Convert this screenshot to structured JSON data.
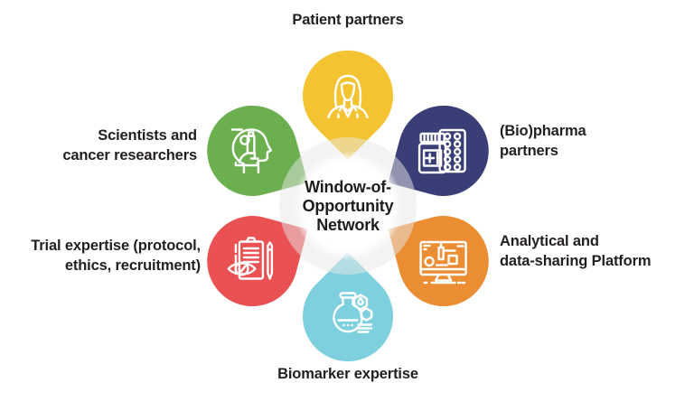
{
  "title": "Window-of-Opportunity Network",
  "center": {
    "lines": [
      "Window-of-",
      "Opportunity",
      "Network"
    ]
  },
  "palette": {
    "background": "#FFFFFF",
    "ring_tint": "#E8E8E8",
    "icon_stroke": "#FFFFFF",
    "label_text": "#231F20"
  },
  "petals": [
    {
      "name": "patient-partners",
      "color": "#F3C331",
      "icon": "patient-icon",
      "position": "top"
    },
    {
      "name": "biopharma-partners",
      "color": "#3A3E76",
      "icon": "pills-icon",
      "position": "top-right"
    },
    {
      "name": "analytical-platform",
      "color": "#EB8D33",
      "icon": "monitor-icon",
      "position": "bottom-right"
    },
    {
      "name": "biomarker-expertise",
      "color": "#7ED0DE",
      "icon": "flask-icon",
      "position": "bottom"
    },
    {
      "name": "trial-expertise",
      "color": "#E95152",
      "icon": "checklist-eye-icon",
      "position": "bottom-left"
    },
    {
      "name": "scientists-researchers",
      "color": "#6BAF4F",
      "icon": "head-microscope-icon",
      "position": "top-left"
    }
  ],
  "labels": {
    "patient_partners": "Patient partners",
    "biopharma_line1": "(Bio)pharma",
    "biopharma_line2": "partners",
    "analytical_line1": "Analytical and",
    "analytical_line2": "data-sharing Platform",
    "biomarker_expertise": "Biomarker expertise",
    "trial_line1": "Trial expertise (protocol,",
    "trial_line2": "ethics, recruitment)",
    "scientists_line1": "Scientists and",
    "scientists_line2": "cancer researchers"
  }
}
